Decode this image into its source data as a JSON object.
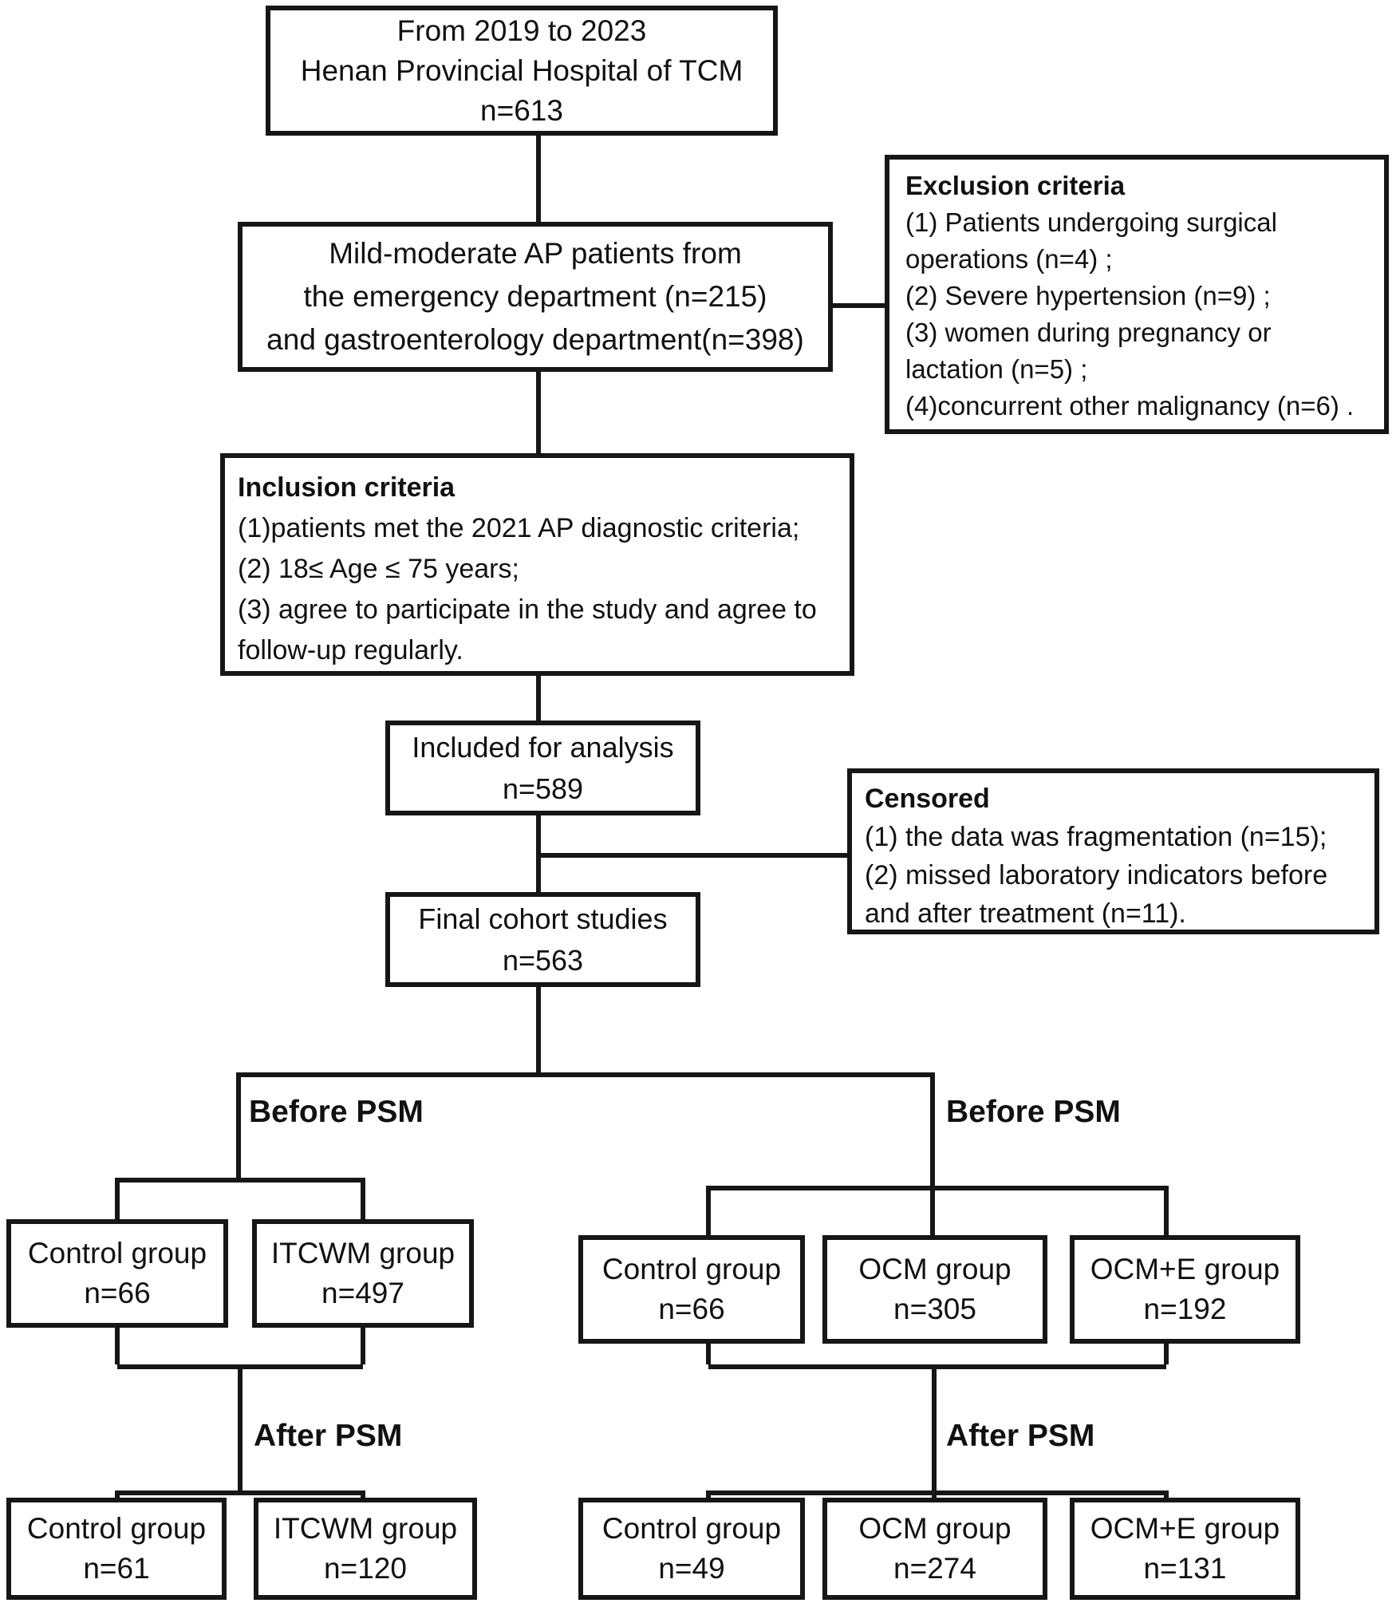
{
  "figure": {
    "source": {
      "lines": [
        "From 2019 to 2023",
        "Henan Provincial Hospital of TCM",
        "n=613"
      ]
    },
    "screened": {
      "lines": [
        "Mild-moderate AP patients from",
        "the emergency department (n=215)",
        "and gastroenterology department(n=398)"
      ]
    },
    "exclusion": {
      "title": "Exclusion criteria",
      "items": [
        "(1) Patients undergoing surgical\noperations (n=4) ;",
        "(2) Severe hypertension (n=9) ;",
        "(3) women during pregnancy or\nlactation (n=5) ;",
        "(4)concurrent other malignancy (n=6) ."
      ]
    },
    "inclusion": {
      "title": "Inclusion criteria",
      "items": [
        "(1)patients met the 2021 AP diagnostic criteria;",
        "(2) 18≤ Age ≤ 75 years;",
        "(3) agree to participate in the study and agree to\nfollow-up regularly."
      ]
    },
    "included": {
      "lines": [
        "Included for analysis",
        "n=589"
      ]
    },
    "censored": {
      "title": "Censored",
      "items": [
        "(1) the data was fragmentation (n=15);",
        "(2) missed laboratory indicators before\nand after treatment (n=11)."
      ]
    },
    "final": {
      "lines": [
        "Final cohort studies",
        "n=563"
      ]
    },
    "labels": {
      "before_psm_left": "Before PSM",
      "before_psm_right": "Before PSM",
      "after_psm_left": "After PSM",
      "after_psm_right": "After PSM"
    },
    "groups": {
      "left_before": [
        {
          "label": "Control group",
          "n": "n=66"
        },
        {
          "label": "ITCWM group",
          "n": "n=497"
        }
      ],
      "right_before": [
        {
          "label": "Control group",
          "n": "n=66"
        },
        {
          "label": "OCM group",
          "n": "n=305"
        },
        {
          "label": "OCM+E group",
          "n": "n=192"
        }
      ],
      "left_after": [
        {
          "label": "Control group",
          "n": "n=61"
        },
        {
          "label": "ITCWM group",
          "n": "n=120"
        }
      ],
      "right_after": [
        {
          "label": "Control group",
          "n": "n=49"
        },
        {
          "label": "OCM group",
          "n": "n=274"
        },
        {
          "label": "OCM+E group",
          "n": "n=131"
        }
      ]
    },
    "colors": {
      "line": "#161616",
      "box_border": "#161616",
      "background": "#ffffff",
      "text": "#111111"
    }
  }
}
